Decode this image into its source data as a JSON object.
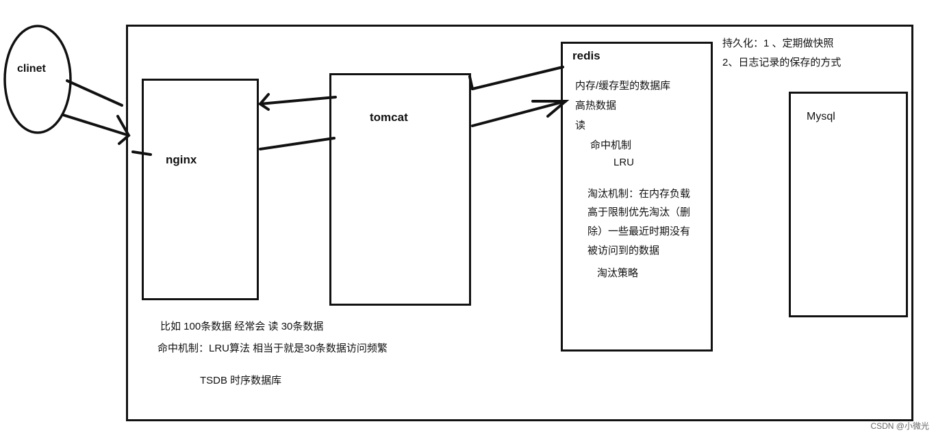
{
  "diagram": {
    "client": {
      "label": "clinet"
    },
    "nginx": {
      "label": "nginx"
    },
    "tomcat": {
      "label": "tomcat"
    },
    "redis": {
      "label": "redis",
      "notes": [
        "内存/缓存型的数据库",
        "高热数据",
        "读",
        "命中机制",
        "LRU",
        "淘汰机制：在内存负载",
        "高于限制优先淘汰（删",
        "除）一些最近时期没有",
        "被访问到的数据",
        "淘汰策略"
      ]
    },
    "mysql": {
      "label": "Mysql"
    },
    "persistence": [
      "持久化：1 、定期做快照",
      "2、日志记录的保存的方式"
    ],
    "bottom_notes": [
      "比如 100条数据 经常会 读 30条数据",
      "命中机制：LRU算法 相当于就是30条数据访问频繁",
      "TSDB 时序数据库"
    ]
  },
  "watermark": "CSDN @小微光"
}
